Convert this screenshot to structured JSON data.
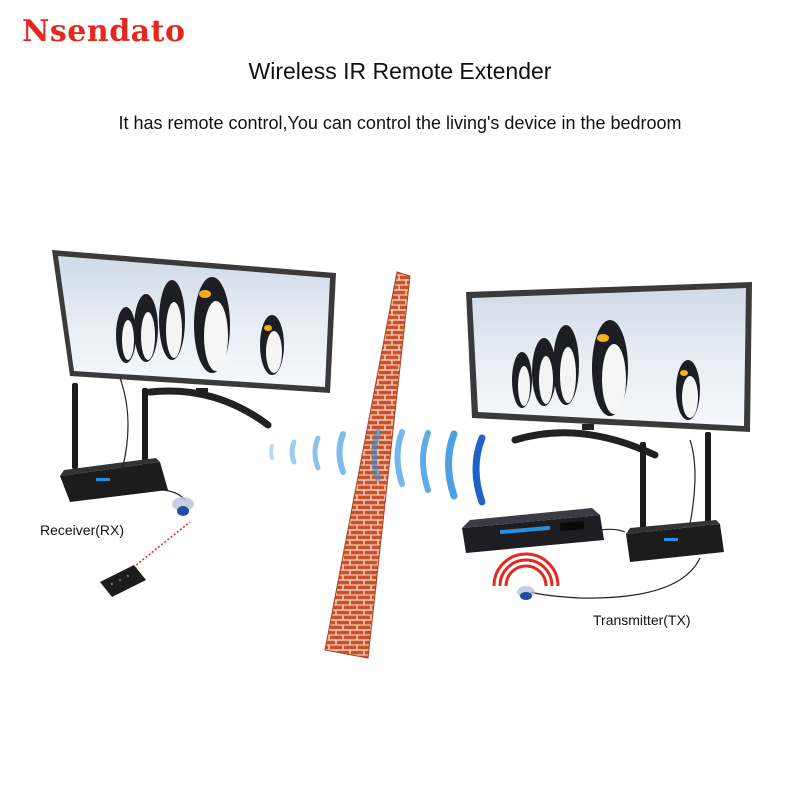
{
  "brand": {
    "logo_text": "Nsendato",
    "color": "#e4281e"
  },
  "header": {
    "title": "Wireless IR Remote Extender",
    "subtitle": "It has remote control,You can control the living's device in the bedroom"
  },
  "labels": {
    "receiver": "Receiver(RX)",
    "transmitter": "Transmitter(TX)"
  },
  "colors": {
    "wall": "#c9522c",
    "wall_mortar": "#f2c9b4",
    "wave": "#2a8fe0",
    "ir_signal": "#e4281e",
    "device": "#1c1c1c"
  }
}
